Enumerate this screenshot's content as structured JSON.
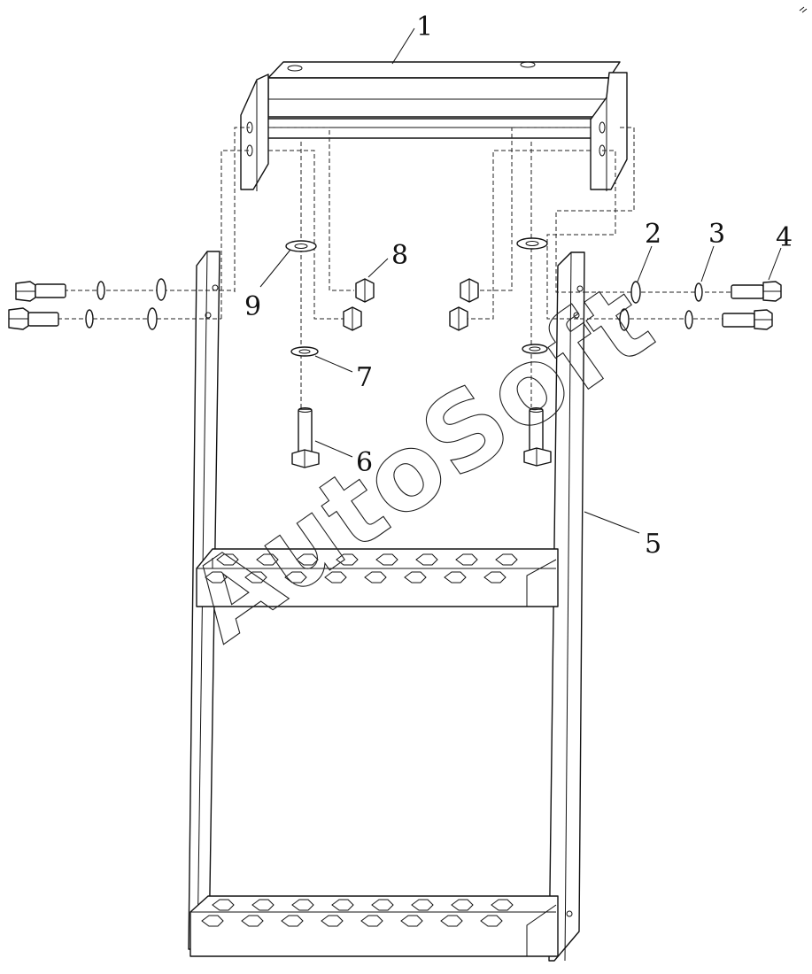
{
  "watermark": "AutoSoft",
  "callouts": [
    {
      "id": "1",
      "label": "1"
    },
    {
      "id": "2",
      "label": "2"
    },
    {
      "id": "3",
      "label": "3"
    },
    {
      "id": "4",
      "label": "4"
    },
    {
      "id": "5",
      "label": "5"
    },
    {
      "id": "6",
      "label": "6"
    },
    {
      "id": "7",
      "label": "7"
    },
    {
      "id": "8",
      "label": "8"
    },
    {
      "id": "9",
      "label": "9"
    }
  ]
}
